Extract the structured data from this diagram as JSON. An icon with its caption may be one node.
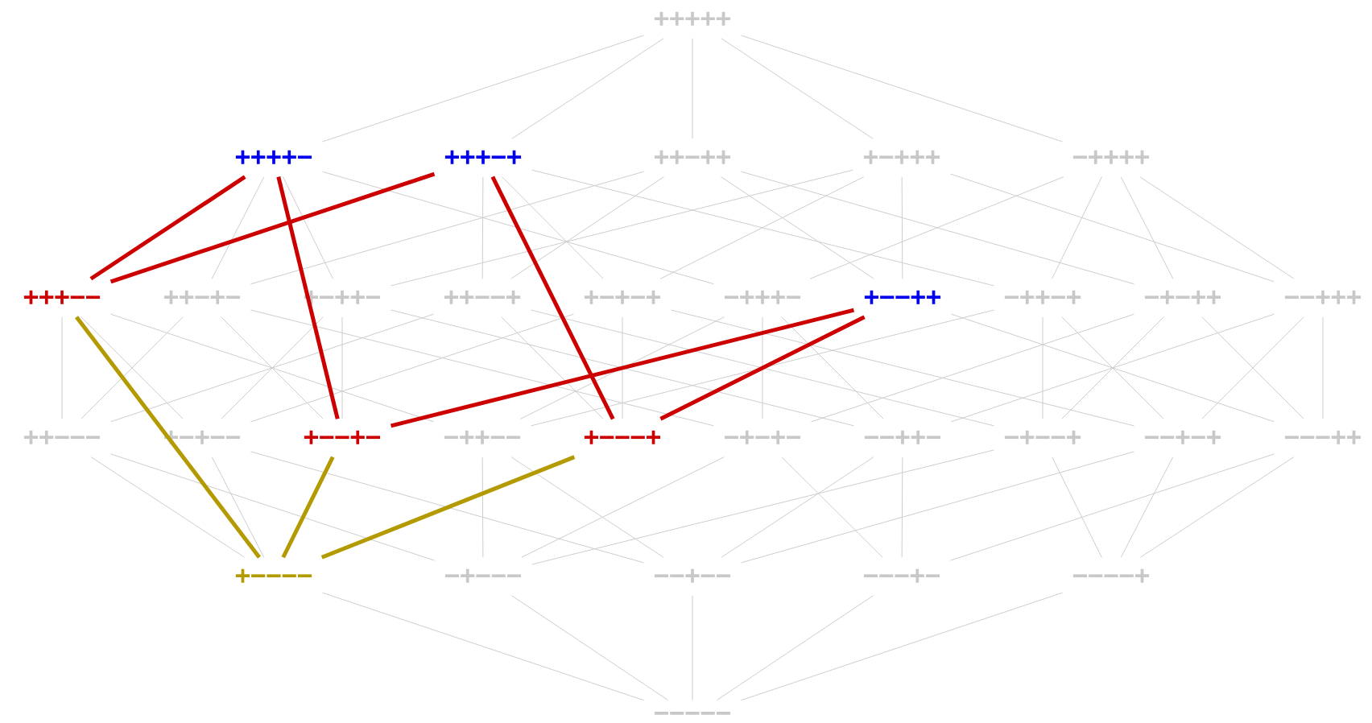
{
  "diagram": {
    "nodes": [
      {
        "text": [
          "+++++"
        ]
      },
      {
        "text": [
          "++++−"
        ]
      },
      {
        "text": [
          "+++−+"
        ]
      },
      {
        "text": [
          "++−++"
        ]
      },
      {
        "text": [
          "+−+++"
        ]
      },
      {
        "text": [
          "−++++"
        ]
      },
      {
        "text": [
          "+++−−"
        ]
      },
      {
        "text": [
          "++−+−"
        ]
      },
      {
        "text": [
          "+−++−"
        ]
      },
      {
        "text": [
          "++−−+"
        ]
      },
      {
        "text": [
          "+−+−+"
        ]
      },
      {
        "text": [
          "−+++−"
        ]
      },
      {
        "text": [
          "+−−++"
        ]
      },
      {
        "text": [
          "−++−+"
        ]
      },
      {
        "text": [
          "−+−++"
        ]
      },
      {
        "text": [
          "−−+++"
        ]
      },
      {
        "text": [
          "++−−−"
        ]
      },
      {
        "text": [
          "+−+−−"
        ]
      },
      {
        "text": [
          "+−−+−"
        ]
      },
      {
        "text": [
          "−++−−"
        ]
      },
      {
        "text": [
          "+−−−+"
        ]
      },
      {
        "text": [
          "−+−+−"
        ]
      },
      {
        "text": [
          "−−++−"
        ]
      },
      {
        "text": [
          "−+−−+"
        ]
      },
      {
        "text": [
          "−−+−+"
        ]
      },
      {
        "text": [
          "−−−++"
        ]
      },
      {
        "text": [
          "+−−−−"
        ]
      },
      {
        "text": [
          "−+−−−"
        ]
      },
      {
        "text": [
          "−−+−−"
        ]
      },
      {
        "text": [
          "−−−+−"
        ]
      },
      {
        "text": [
          "−−−−+"
        ]
      },
      {
        "text": [
          "−−−−−"
        ]
      }
    ],
    "edges": [
      {
        "from": 0,
        "to": 1,
        "arrow": "none"
      },
      {
        "from": 0,
        "to": 2,
        "arrow": "none"
      },
      {
        "from": 0,
        "to": 3,
        "arrow": "none"
      },
      {
        "from": 0,
        "to": 4,
        "arrow": "none"
      },
      {
        "from": 0,
        "to": 5,
        "arrow": "none"
      },
      {
        "from": 1,
        "to": 7,
        "arrow": "none"
      },
      {
        "from": 1,
        "to": 8,
        "arrow": "none"
      },
      {
        "from": 1,
        "to": 11,
        "arrow": "none"
      },
      {
        "from": 2,
        "to": 9,
        "arrow": "none"
      },
      {
        "from": 2,
        "to": 10,
        "arrow": "none"
      },
      {
        "from": 2,
        "to": 13,
        "arrow": "none"
      },
      {
        "from": 3,
        "to": 7,
        "arrow": "none"
      },
      {
        "from": 3,
        "to": 9,
        "arrow": "none"
      },
      {
        "from": 3,
        "to": 12,
        "arrow": "none"
      },
      {
        "from": 3,
        "to": 14,
        "arrow": "none"
      },
      {
        "from": 4,
        "to": 8,
        "arrow": "none"
      },
      {
        "from": 4,
        "to": 10,
        "arrow": "none"
      },
      {
        "from": 4,
        "to": 12,
        "arrow": "none"
      },
      {
        "from": 4,
        "to": 15,
        "arrow": "none"
      },
      {
        "from": 5,
        "to": 11,
        "arrow": "none"
      },
      {
        "from": 5,
        "to": 13,
        "arrow": "none"
      },
      {
        "from": 5,
        "to": 14,
        "arrow": "none"
      },
      {
        "from": 5,
        "to": 15,
        "arrow": "none"
      },
      {
        "from": 6,
        "to": 16,
        "arrow": "none"
      },
      {
        "from": 6,
        "to": 17,
        "arrow": "none"
      },
      {
        "from": 6,
        "to": 19,
        "arrow": "none"
      },
      {
        "from": 7,
        "to": 16,
        "arrow": "none"
      },
      {
        "from": 7,
        "to": 18,
        "arrow": "none"
      },
      {
        "from": 7,
        "to": 21,
        "arrow": "none"
      },
      {
        "from": 8,
        "to": 17,
        "arrow": "none"
      },
      {
        "from": 8,
        "to": 18,
        "arrow": "none"
      },
      {
        "from": 8,
        "to": 22,
        "arrow": "none"
      },
      {
        "from": 9,
        "to": 16,
        "arrow": "none"
      },
      {
        "from": 9,
        "to": 20,
        "arrow": "none"
      },
      {
        "from": 9,
        "to": 23,
        "arrow": "none"
      },
      {
        "from": 10,
        "to": 17,
        "arrow": "none"
      },
      {
        "from": 10,
        "to": 20,
        "arrow": "none"
      },
      {
        "from": 10,
        "to": 24,
        "arrow": "none"
      },
      {
        "from": 11,
        "to": 19,
        "arrow": "none"
      },
      {
        "from": 11,
        "to": 21,
        "arrow": "none"
      },
      {
        "from": 11,
        "to": 22,
        "arrow": "none"
      },
      {
        "from": 12,
        "to": 25,
        "arrow": "none"
      },
      {
        "from": 13,
        "to": 19,
        "arrow": "none"
      },
      {
        "from": 13,
        "to": 23,
        "arrow": "none"
      },
      {
        "from": 13,
        "to": 24,
        "arrow": "none"
      },
      {
        "from": 14,
        "to": 21,
        "arrow": "none"
      },
      {
        "from": 14,
        "to": 23,
        "arrow": "none"
      },
      {
        "from": 14,
        "to": 25,
        "arrow": "none"
      },
      {
        "from": 15,
        "to": 22,
        "arrow": "none"
      },
      {
        "from": 15,
        "to": 24,
        "arrow": "none"
      },
      {
        "from": 15,
        "to": 25,
        "arrow": "none"
      },
      {
        "from": 16,
        "to": 26,
        "arrow": "none"
      },
      {
        "from": 16,
        "to": 27,
        "arrow": "none"
      },
      {
        "from": 17,
        "to": 26,
        "arrow": "none"
      },
      {
        "from": 17,
        "to": 28,
        "arrow": "none"
      },
      {
        "from": 19,
        "to": 27,
        "arrow": "none"
      },
      {
        "from": 19,
        "to": 28,
        "arrow": "none"
      },
      {
        "from": 21,
        "to": 27,
        "arrow": "none"
      },
      {
        "from": 21,
        "to": 29,
        "arrow": "none"
      },
      {
        "from": 22,
        "to": 28,
        "arrow": "none"
      },
      {
        "from": 22,
        "to": 29,
        "arrow": "none"
      },
      {
        "from": 23,
        "to": 27,
        "arrow": "none"
      },
      {
        "from": 23,
        "to": 30,
        "arrow": "none"
      },
      {
        "from": 24,
        "to": 28,
        "arrow": "none"
      },
      {
        "from": 24,
        "to": 30,
        "arrow": "none"
      },
      {
        "from": 25,
        "to": 29,
        "arrow": "none"
      },
      {
        "from": 25,
        "to": 30,
        "arrow": "none"
      },
      {
        "from": 26,
        "to": 31,
        "arrow": "none"
      },
      {
        "from": 27,
        "to": 31,
        "arrow": "none"
      },
      {
        "from": 28,
        "to": 31,
        "arrow": "none"
      },
      {
        "from": 29,
        "to": 31,
        "arrow": "none"
      },
      {
        "from": 30,
        "to": 31,
        "arrow": "none"
      },
      {
        "from": 1,
        "to": 6,
        "arrow": "none",
        "style": "thick",
        "color": "#cc0000"
      },
      {
        "from": 2,
        "to": 6,
        "arrow": "none",
        "style": "thick",
        "color": "#cc0000"
      },
      {
        "from": 1,
        "to": 18,
        "arrow": "none",
        "style": "thick",
        "color": "#cc0000"
      },
      {
        "from": 2,
        "to": 20,
        "arrow": "none",
        "style": "thick",
        "color": "#cc0000"
      },
      {
        "from": 12,
        "to": 18,
        "arrow": "none",
        "style": "thick",
        "color": "#cc0000"
      },
      {
        "from": 12,
        "to": 20,
        "arrow": "none",
        "style": "thick",
        "color": "#cc0000"
      },
      {
        "from": 6,
        "to": 26,
        "arrow": "none",
        "style": "thick",
        "color": "#b39a00"
      },
      {
        "from": 18,
        "to": 26,
        "arrow": "none",
        "style": "thick",
        "color": "#b39a00"
      },
      {
        "from": 20,
        "to": 26,
        "arrow": "none",
        "style": "thick",
        "color": "#b39a00"
      }
    ]
  }
}
